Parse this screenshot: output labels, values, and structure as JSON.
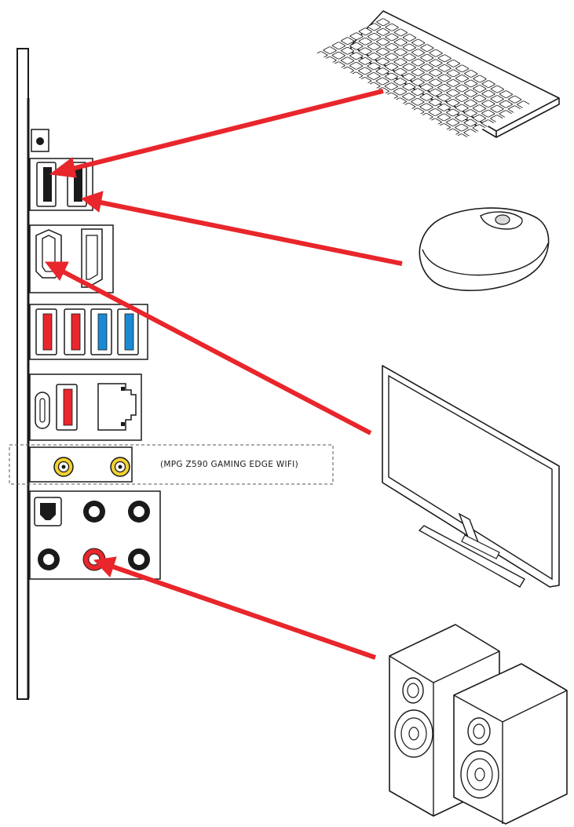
{
  "io_panel": {
    "wifi_antenna_label": "(MPG Z590 GAMING EDGE WIFI)"
  },
  "colors": {
    "arrow": "#e8262b",
    "usb2_red_port": "#e8262b",
    "usb_blue_port": "#1a8ad4",
    "wifi_connector_gold": "#f2d233",
    "audio_line_out": "#e8262b",
    "outline": "#1a1a1a"
  },
  "devices": [
    {
      "name": "keyboard-icon"
    },
    {
      "name": "mouse-icon"
    },
    {
      "name": "monitor-icon"
    },
    {
      "name": "speakers-icon"
    }
  ],
  "connections": [
    {
      "device": "keyboard-icon",
      "port": "usb-port-upper-left"
    },
    {
      "device": "mouse-icon",
      "port": "usb-port-upper-right"
    },
    {
      "device": "monitor-icon",
      "port": "hdmi-port"
    },
    {
      "device": "speakers-icon",
      "port": "audio-line-out-jack"
    }
  ]
}
